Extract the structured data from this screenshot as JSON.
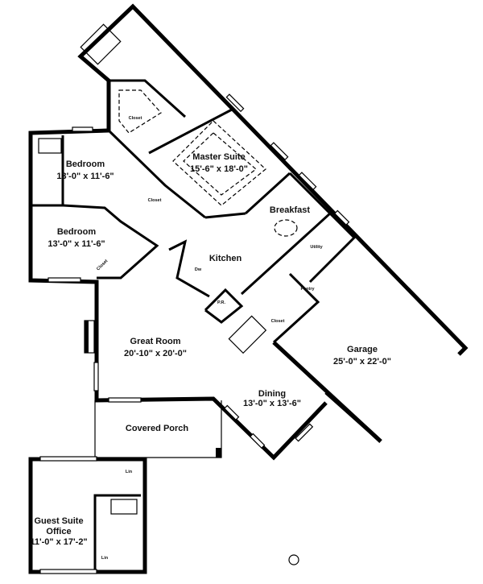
{
  "rooms": {
    "master_suite": {
      "name": "Master Suite",
      "dims": "15'-6\" x 18'-0\""
    },
    "breakfast": {
      "name": "Breakfast"
    },
    "bedroom_1": {
      "name": "Bedroom",
      "dims": "13'-0\" x 11'-6\""
    },
    "bedroom_2": {
      "name": "Bedroom",
      "dims": "13'-0\" x 11'-6\""
    },
    "kitchen": {
      "name": "Kitchen"
    },
    "great_room": {
      "name": "Great Room",
      "dims": "20'-10\" x 20'-0\""
    },
    "garage": {
      "name": "Garage",
      "dims": "25'-0\" x 22'-0\""
    },
    "dining": {
      "name": "Dining",
      "dims": "13'-0\" x 13'-6\""
    },
    "covered_porch": {
      "name": "Covered Porch"
    },
    "guest_suite": {
      "name": "Guest Suite",
      "name2": "Office",
      "dims": "11'-0\" x 17'-2\""
    }
  },
  "small_labels": {
    "closet_master": "Closet",
    "closet_bedroom1": "Closet",
    "closet_bedroom2": "Closet",
    "closet_stair": "Closet",
    "utility": "Utility",
    "pantry": "Pantry",
    "powder_room": "P.R.",
    "dishwasher": "Dw",
    "linen_guest": "Lin",
    "linen_guest_bath": "Lin"
  }
}
